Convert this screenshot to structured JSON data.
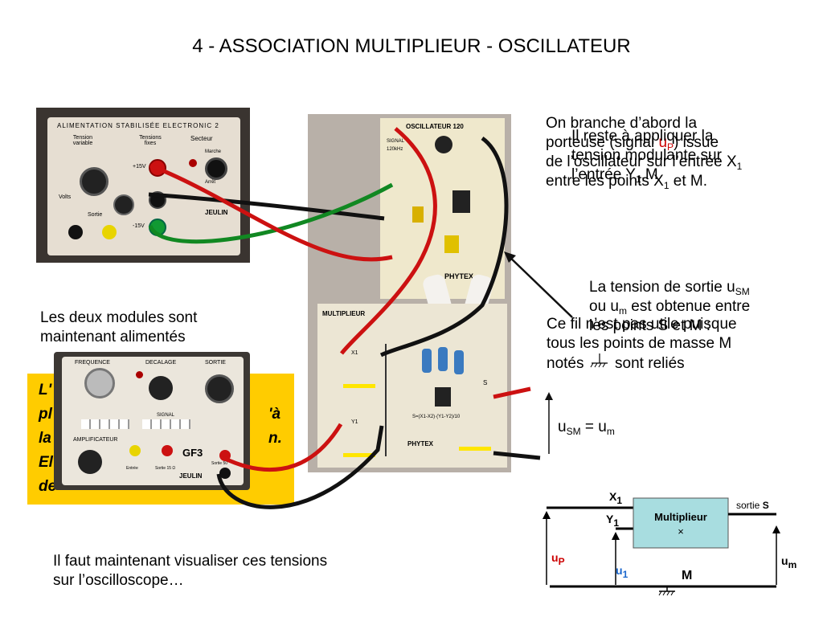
{
  "title": "4 - ASSOCIATION  MULTIPLIEUR  -  OSCILLATEUR",
  "notes": {
    "left_top_1": "Les deux modules sont",
    "left_top_2": "maintenant alimentés",
    "yellow": [
      "L'",
      "pl",
      "la",
      "El",
      "de"
    ],
    "yellow_tail": [
      "'à",
      "n."
    ],
    "bottom_1": "Il faut maintenant visualiser ces tensions",
    "bottom_2": "sur l’oscilloscope…",
    "right_a_1": "On branche d’abord la",
    "right_a_2a": "porteuse (signal ",
    "right_a_2b": "u",
    "right_a_2c": "P",
    "right_a_2d": ") issue",
    "right_a_3a": "de l’oscillateur sur l’entrée X",
    "right_a_3b": "1",
    "right_a_4a": "entre les points X",
    "right_a_4b": "1",
    "right_a_4c": " et M.",
    "right_b_1": "Il reste à appliquer  la",
    "right_b_2": "tension modulante sur",
    "right_b_3": "l’entrée Y",
    "right_b_3b": "1",
    "right_b_3c": ",M",
    "right_c_1a": "La tension de sortie u",
    "right_c_1b": "SM",
    "right_c_2": "ou u",
    "right_c_2b": "m",
    "right_c_2c": " est obtenue entre",
    "right_c_3": "les points S et M :",
    "right_d_1": "Ce fil n’est pas utile puisque",
    "right_d_2": "tous les points de masse M",
    "right_d_3a": "notés ",
    "right_d_3b": " sont reliés",
    "usm_a": "u",
    "usm_b": "SM",
    "usm_c": " = u",
    "usm_d": "m"
  },
  "photo_labels": {
    "supply_title": "ALIMENTATION STABILISÉE   ELECTRONIC 2",
    "tension_variable": "Tension variable",
    "tensions_fixes": "Tensions fixes",
    "secteur": "Secteur",
    "marche": "Marche",
    "arret": "Arrêt",
    "volts": "Volts",
    "sortie": "Sortie",
    "p15": "+15V",
    "m15": "-15V",
    "jeulin": "JEULIN",
    "osc_title": "OSCILLATEUR 120",
    "signal": "SIGNAL",
    "freq": "120kHz",
    "mult_title": "MULTIPLIEUR",
    "phytex": "PHYTEX",
    "x1": "X1",
    "y1": "Y1",
    "s": "S",
    "formula": "S=(X1-X2)·(Y1-Y2)/10",
    "gf_freq": "FREQUENCE",
    "gf_decal": "DECALAGE",
    "gf_sortie": "SORTIE",
    "gf_signal": "SIGNAL",
    "gf_ampli": "AMPLIFICATEUR",
    "gf_name": "GF3",
    "gf_entree": "Entrée",
    "gf_sortie15": "Sortie 15 Ω",
    "gf_sortie50": "Sortie 50",
    "gf_jeulin": "JEULIN"
  },
  "schematic": {
    "x1": "X",
    "x1_sub": "1",
    "y1": "Y",
    "y1_sub": "1",
    "block_name": "Multiplieur",
    "block_symbol": "×",
    "sortie": "sortie ",
    "sortie_s": "S",
    "up": "u",
    "up_sub": "P",
    "u1": "u",
    "u1_sub": "1",
    "m": "M",
    "um": "u",
    "um_sub": "m"
  },
  "colors": {
    "red_wire": "#cc1111",
    "black_wire": "#111111",
    "green_wire": "#118822",
    "yellow_note": "#ffcc00",
    "block_fill": "#a8dde0",
    "up_label": "#cc0000",
    "u1_label": "#1a66cc"
  }
}
